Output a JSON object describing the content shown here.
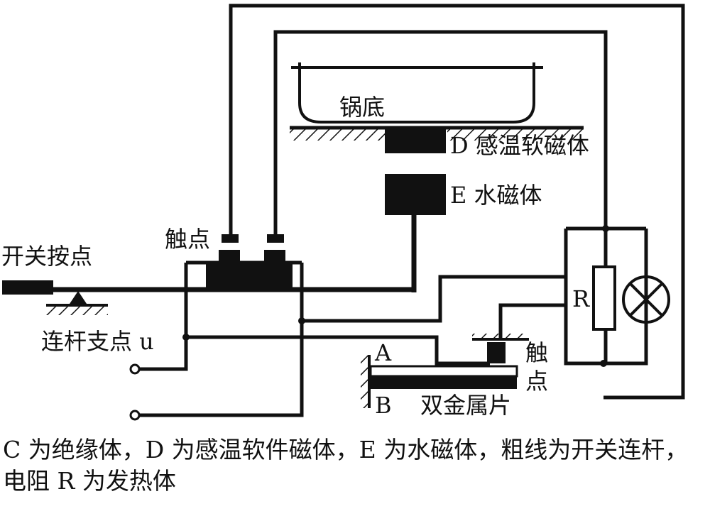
{
  "labels": {
    "pot_bottom": "锅底",
    "d_label": "D 感温软磁体",
    "e_label": "E 水磁体",
    "contact_top": "触点",
    "switch_press": "开关按点",
    "pivot": "连杆支点 u",
    "resistor": "R",
    "label_a": "A",
    "label_b": "B",
    "bimetal": "双金属片",
    "contact_right_1": "触",
    "contact_right_2": "点"
  },
  "caption": {
    "line1": "C 为绝缘体，D 为感温软件磁体，E 为水磁体，粗线为开关连杆，",
    "line2": "电阻 R 为发热体"
  }
}
